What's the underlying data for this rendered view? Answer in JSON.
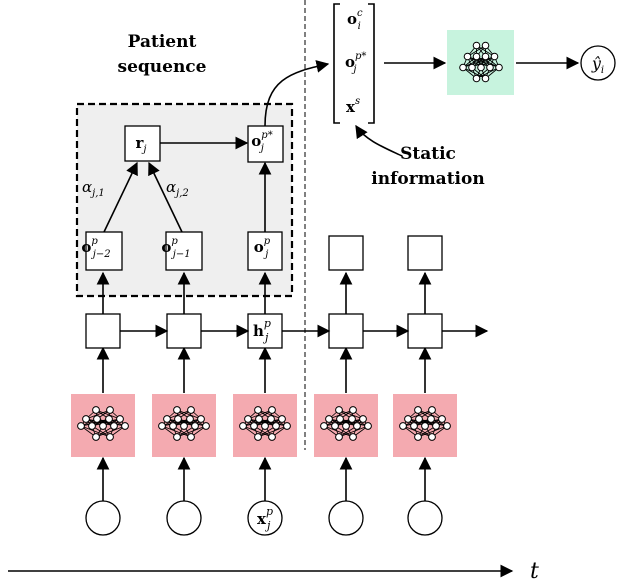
{
  "labels": {
    "patient_sequence_line1": "Patient",
    "patient_sequence_line2": "sequence",
    "static_info_line1": "Static",
    "static_info_line2": "information",
    "time_axis": "t"
  },
  "math": {
    "r": "r",
    "r_sub": "j",
    "o": "o",
    "o_sup_p": "p",
    "o_sup_pstar": "p*",
    "o_sub_jm2": "j−2",
    "o_sub_jm1": "j−1",
    "o_sub_j": "j",
    "alpha": "α",
    "alpha_sub_1": "j,1",
    "alpha_sub_2": "j,2",
    "h": "h",
    "h_sup": "p",
    "h_sub": "j",
    "x": "x",
    "x_sup": "p",
    "x_sub": "j",
    "oc": "o",
    "oc_sup": "c",
    "oc_sub": "i",
    "ostar_sup": "p*",
    "ostar_sub": "j",
    "xs": "x",
    "xs_sup": "s",
    "yhat": "ŷ",
    "yhat_sub": "i"
  },
  "colors": {
    "encoder_pink": "#f4aab0",
    "classifier_mint": "#c7f3de",
    "patient_box_fill": "#efefef"
  },
  "icons": {
    "encoder": "neural-network-icon",
    "classifier": "neural-network-icon"
  }
}
